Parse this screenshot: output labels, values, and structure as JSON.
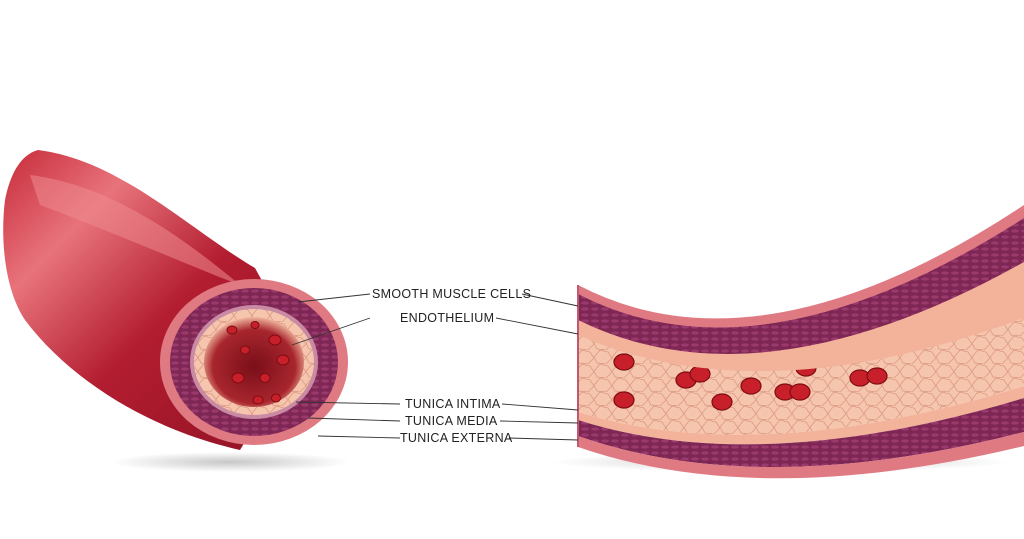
{
  "labels": {
    "smooth_muscle_cells": "SMOOTH MUSCLE CELLS",
    "endothelium": "ENDOTHELIUM",
    "tunica_intima": "TUNICA INTIMA",
    "tunica_media": "TUNICA MEDIA",
    "tunica_externa": "TUNICA EXTERNA"
  },
  "colors": {
    "vessel_outer": "#a5182b",
    "vessel_highlight": "#e0606a",
    "externa": "#e07a82",
    "media": "#7e2654",
    "intima": "#f2b39a",
    "lumen": "#f7c9b3",
    "red_cell": "#b0141c"
  }
}
